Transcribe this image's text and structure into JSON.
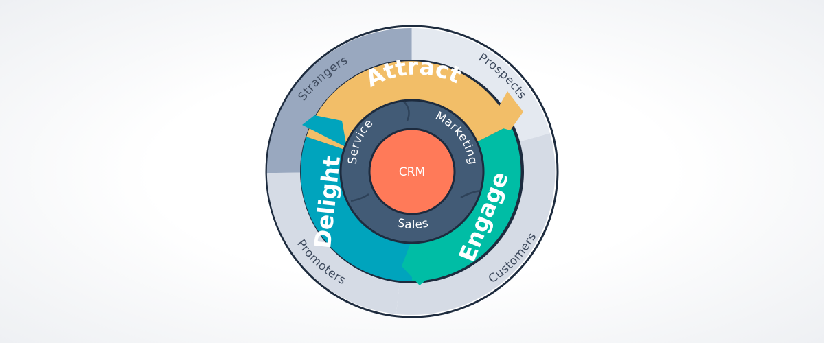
{
  "flywheel": {
    "center": "CRM",
    "teams": {
      "service": "Service",
      "marketing": "Marketing",
      "sales": "Sales"
    },
    "stages": {
      "attract": "Attract",
      "engage": "Engage",
      "delight": "Delight"
    },
    "audiences": {
      "strangers": "Strangers",
      "prospects": "Prospects",
      "customers": "Customers",
      "promoters": "Promoters"
    }
  },
  "colors": {
    "attract": "#f2be68",
    "engage": "#00bda5",
    "delight": "#00a4bd",
    "hub": "#425b76",
    "crm": "#ff7a59",
    "outer_dark": "#99a8bf",
    "outer_light": "#d5dbe5",
    "outer_lighter": "#e4e9f0",
    "outline": "#1d2b3e"
  }
}
